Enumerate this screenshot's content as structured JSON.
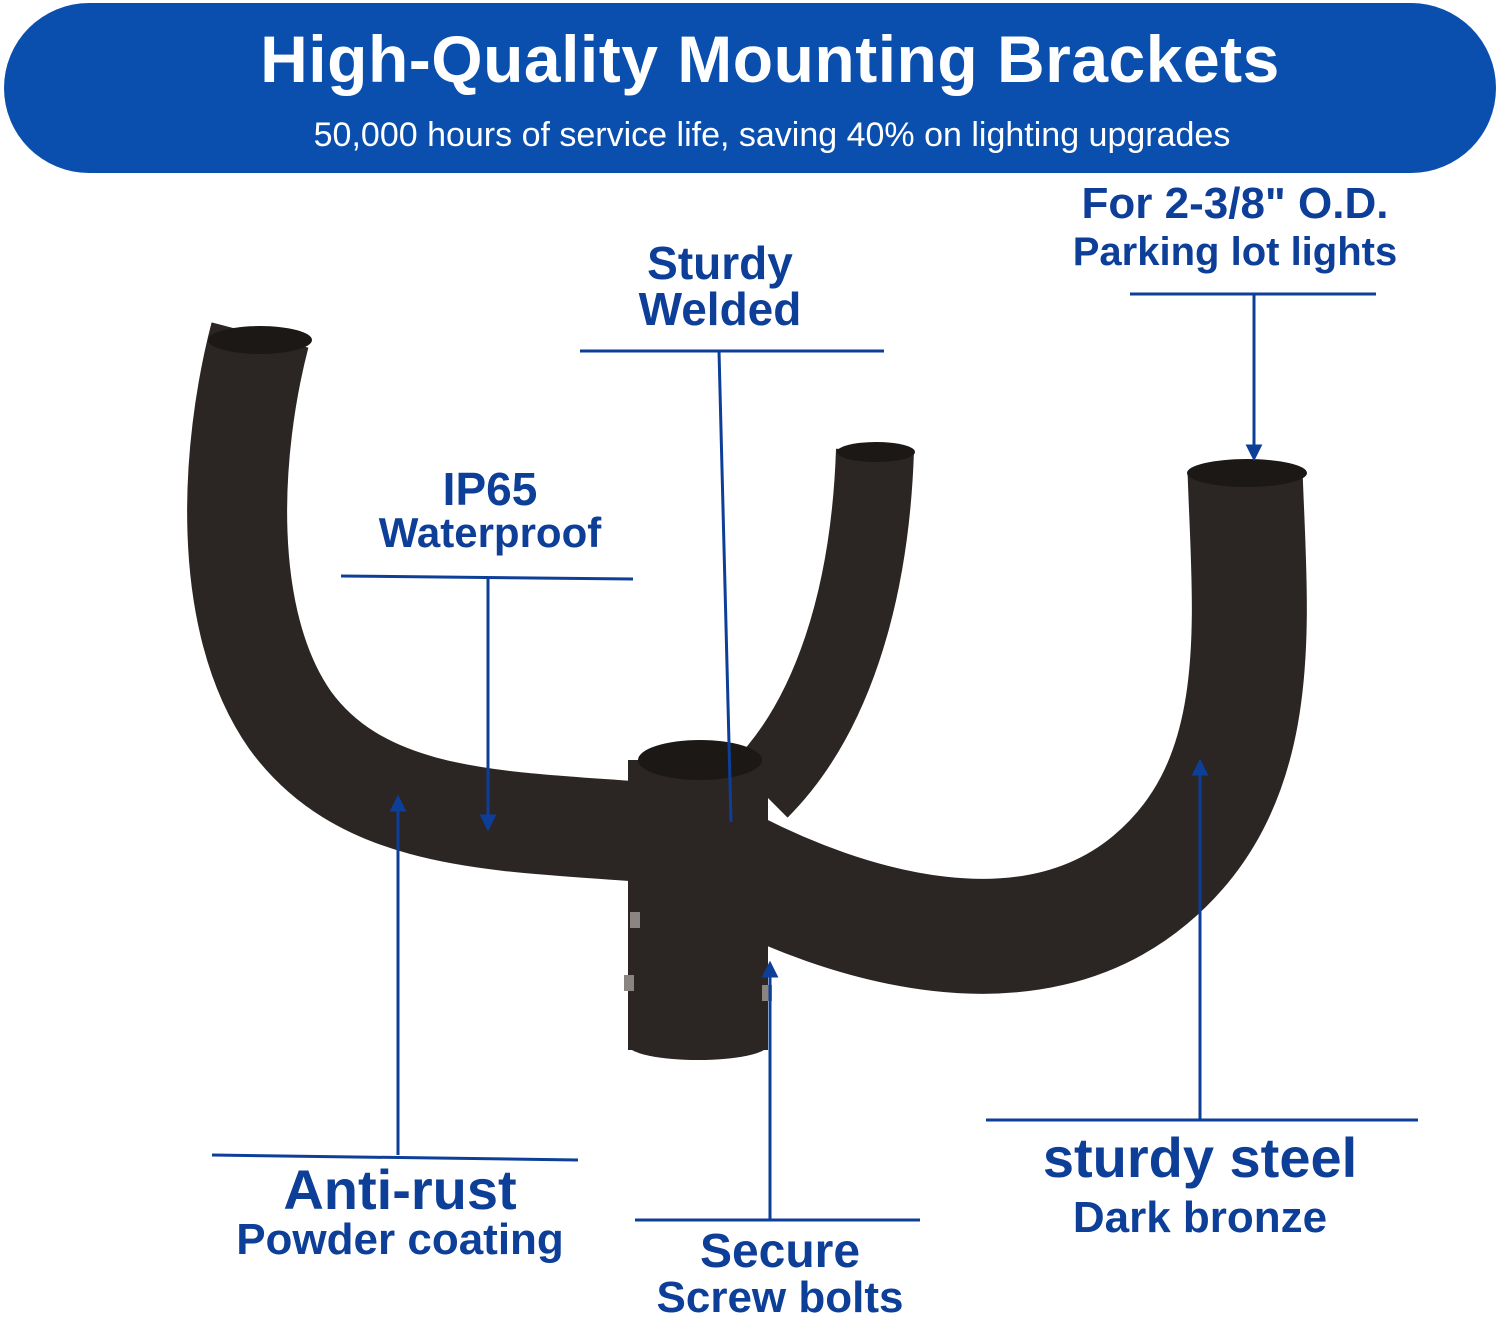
{
  "banner": {
    "title": "High-Quality Mounting Brackets",
    "subtitle": "50,000 hours of service life, saving 40% on lighting upgrades"
  },
  "labels": {
    "sturdy_welded": {
      "line1": "Sturdy",
      "line2": "Welded"
    },
    "od": {
      "line1": "For 2-3/8\" O.D.",
      "line2": "Parking lot lights"
    },
    "ip65": {
      "line1": "IP65",
      "line2": "Waterproof"
    },
    "anti_rust": {
      "line1": "Anti-rust",
      "line2": "Powder coating"
    },
    "secure": {
      "line1": "Secure",
      "line2": "Screw bolts"
    },
    "steel": {
      "line1": "sturdy steel",
      "line2": "Dark bronze"
    }
  },
  "colors": {
    "brand": "#0a4fae",
    "label": "#0d3e98",
    "bracket": "#2b2623"
  }
}
